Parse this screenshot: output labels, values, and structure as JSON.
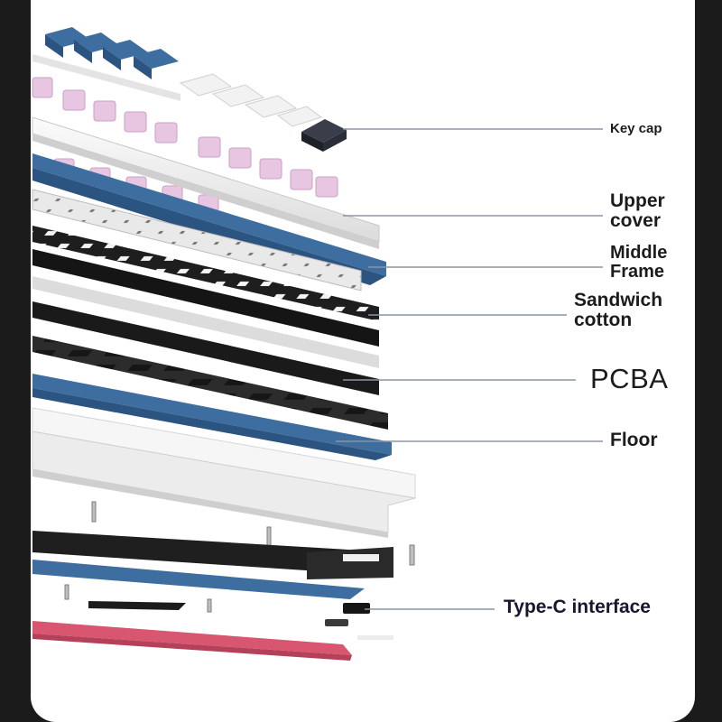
{
  "labels": {
    "key_cap": "Key cap",
    "upper_cover": "Upper cover",
    "middle_frame": "Middle Frame",
    "sandwich_cotton": "Sandwich cotton",
    "pcba": "PCBA",
    "floor": "Floor",
    "type_c": "Type-C interface"
  },
  "colors": {
    "background": "#1b1b1b",
    "card": "#ffffff",
    "blue_accent": "#3d6e9f",
    "switch_pink": "#e8c6e2",
    "foam_black": "#2a2a2a",
    "floor_pink": "#d8566f",
    "label_text": "#1c1c1c"
  }
}
